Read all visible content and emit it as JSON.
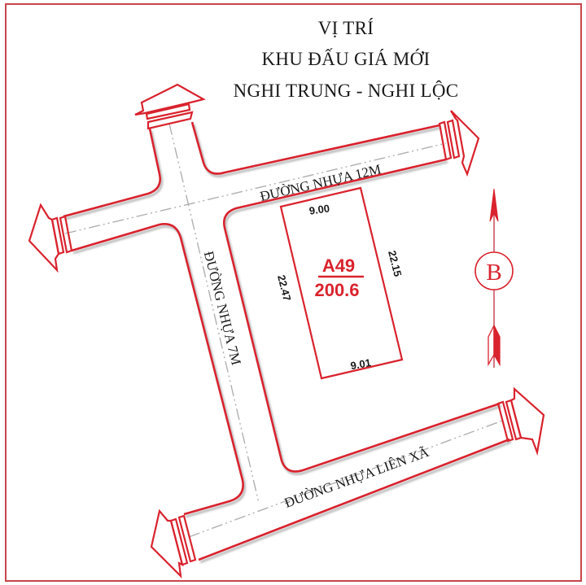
{
  "title": {
    "line1": "VỊ TRÍ",
    "line2": "KHU ĐẤU GIÁ MỚI",
    "line3": "NGHI TRUNG - NGHI LỘC"
  },
  "roads": {
    "road_12m": "ĐƯỜNG NHỰA 12M",
    "road_7m": "ĐƯỜNG NHỰA 7M",
    "road_lien_xa": "ĐƯỜNG NHỰA LIÊN XÃ"
  },
  "lot": {
    "id": "A49",
    "area": "200.6",
    "top_edge": "9.00",
    "bottom_edge": "9.01",
    "left_edge": "22.47",
    "right_edge": "22.15"
  },
  "compass": {
    "label": "B"
  },
  "colors": {
    "accent_red": "#d9232e",
    "frame_red": "#c8454c",
    "road_shadow": "#b5b5b5",
    "text_dark": "#1a1a1a"
  }
}
